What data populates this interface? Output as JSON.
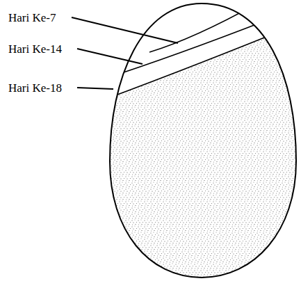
{
  "diagram": {
    "labels": [
      "Hari Ke-7",
      "Hari Ke-14",
      "Hari Ke-18"
    ]
  }
}
